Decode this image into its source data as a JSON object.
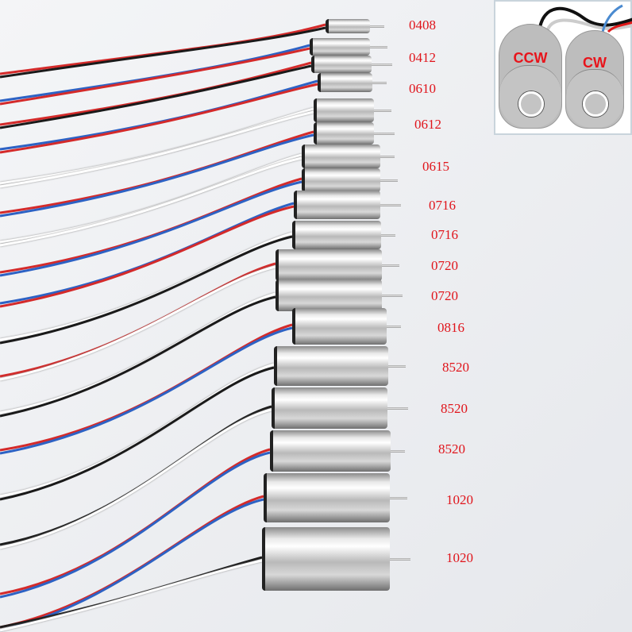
{
  "motor_labels": [
    "0408",
    "0412",
    "0610",
    "0612",
    "0615",
    "0716",
    "0716",
    "0720",
    "0720",
    "0816",
    "8520",
    "8520",
    "8520",
    "1020",
    "1020"
  ],
  "inset": {
    "left_label": "CCW",
    "right_label": "CW"
  },
  "colors": {
    "label": "#e0141b",
    "red_wire": "#d42a2a",
    "blue_wire": "#2d62c4",
    "black_wire": "#1a1a1a",
    "white_wire": "#ffffff"
  }
}
